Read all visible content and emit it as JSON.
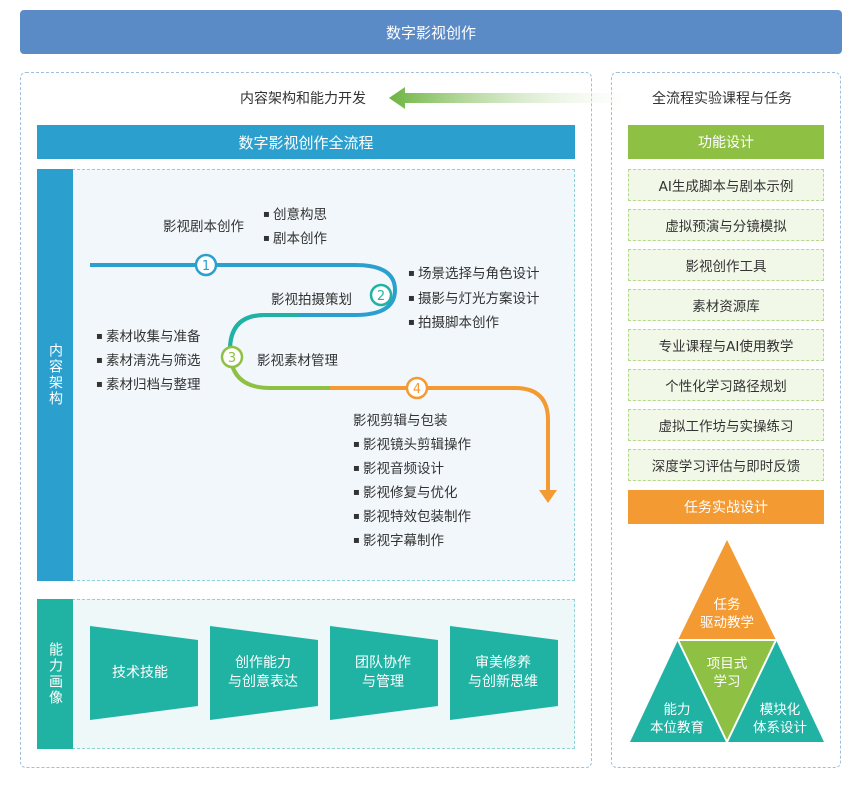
{
  "header": {
    "title": "数字影视创作"
  },
  "left_panel": {
    "caption": "内容架构和能力开发",
    "process_title": "数字影视创作全流程",
    "content_label": "内容架构",
    "stages": [
      {
        "num": "1",
        "name": "影视剧本创作",
        "items": [
          "创意构思",
          "剧本创作"
        ]
      },
      {
        "num": "2",
        "name": "影视拍摄策划",
        "items": [
          "场景选择与角色设计",
          "摄影与灯光方案设计",
          "拍摄脚本创作"
        ]
      },
      {
        "num": "3",
        "name": "影视素材管理",
        "items": [
          "素材收集与准备",
          "素材清洗与筛选",
          "素材归档与整理"
        ]
      },
      {
        "num": "4",
        "name": "影视剪辑与包装",
        "items": [
          "影视镜头剪辑操作",
          "影视音频设计",
          "影视修复与优化",
          "影视特效包装制作",
          "影视字幕制作"
        ]
      }
    ],
    "ability_label": "能力画像",
    "abilities": [
      "技术技能",
      "创作能力\n与创意表达",
      "团队协作\n与管理",
      "审美修养\n与创新思维"
    ]
  },
  "right_panel": {
    "caption": "全流程实验课程与任务",
    "function_title": "功能设计",
    "functions": [
      "AI生成脚本与剧本示例",
      "虚拟预演与分镜模拟",
      "影视创作工具",
      "素材资源库",
      "专业课程与AI使用教学",
      "个性化学习路径规划",
      "虚拟工作坊与实操练习",
      "深度学习评估与即时反馈"
    ],
    "task_title": "任务实战设计",
    "triangle": {
      "top": "任务\n驱动教学",
      "center": "项目式\n学习",
      "left": "能力\n本位教育",
      "right": "模块化\n体系设计"
    }
  },
  "colors": {
    "banner": "#5b8bc6",
    "stage1": "#2ba0cf",
    "stage2": "#20b3a4",
    "stage3": "#8ec143",
    "stage4": "#f39a33",
    "teal": "#20b3a4",
    "green": "#8ec143",
    "orange": "#f39a33"
  }
}
